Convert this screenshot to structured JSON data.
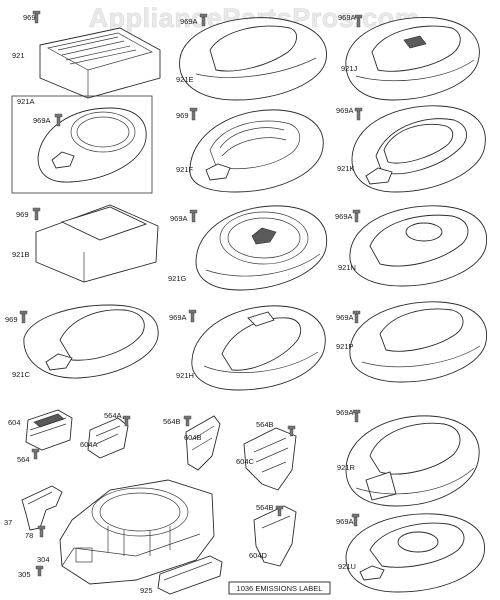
{
  "watermark": "AppliancePartsPros.com",
  "labels": {
    "p969_a": "969",
    "p921": "921",
    "p969a_a": "969A",
    "p921e": "921E",
    "p969a_b": "969A",
    "p921j": "921J",
    "p921a_box": "921A",
    "p969a_c": "969A",
    "p969_b": "969",
    "p921f": "921F",
    "p969a_d": "969A",
    "p921k": "921K",
    "p969_c": "969",
    "p921b": "921B",
    "p969a_e": "969A",
    "p921g": "921G",
    "p969a_f": "969A",
    "p921n": "921N",
    "p969_d": "969",
    "p921c": "921C",
    "p969a_g": "969A",
    "p921h": "921H",
    "p969a_h": "969A",
    "p921p": "921P",
    "p604": "604",
    "p564_a": "564",
    "p564a": "564A",
    "p604a": "604A",
    "p564b_a": "564B",
    "p604b": "604B",
    "p564b_b": "564B",
    "p604c": "604C",
    "p969a_i": "969A",
    "p921r": "921R",
    "p37": "37",
    "p78": "78",
    "p304": "304",
    "p305": "305",
    "p925": "925",
    "p564b_c": "564B",
    "p604d": "604D",
    "p969a_j": "969A",
    "p921u": "921U"
  },
  "emissions_label": "1036 EMISSIONS LABEL"
}
